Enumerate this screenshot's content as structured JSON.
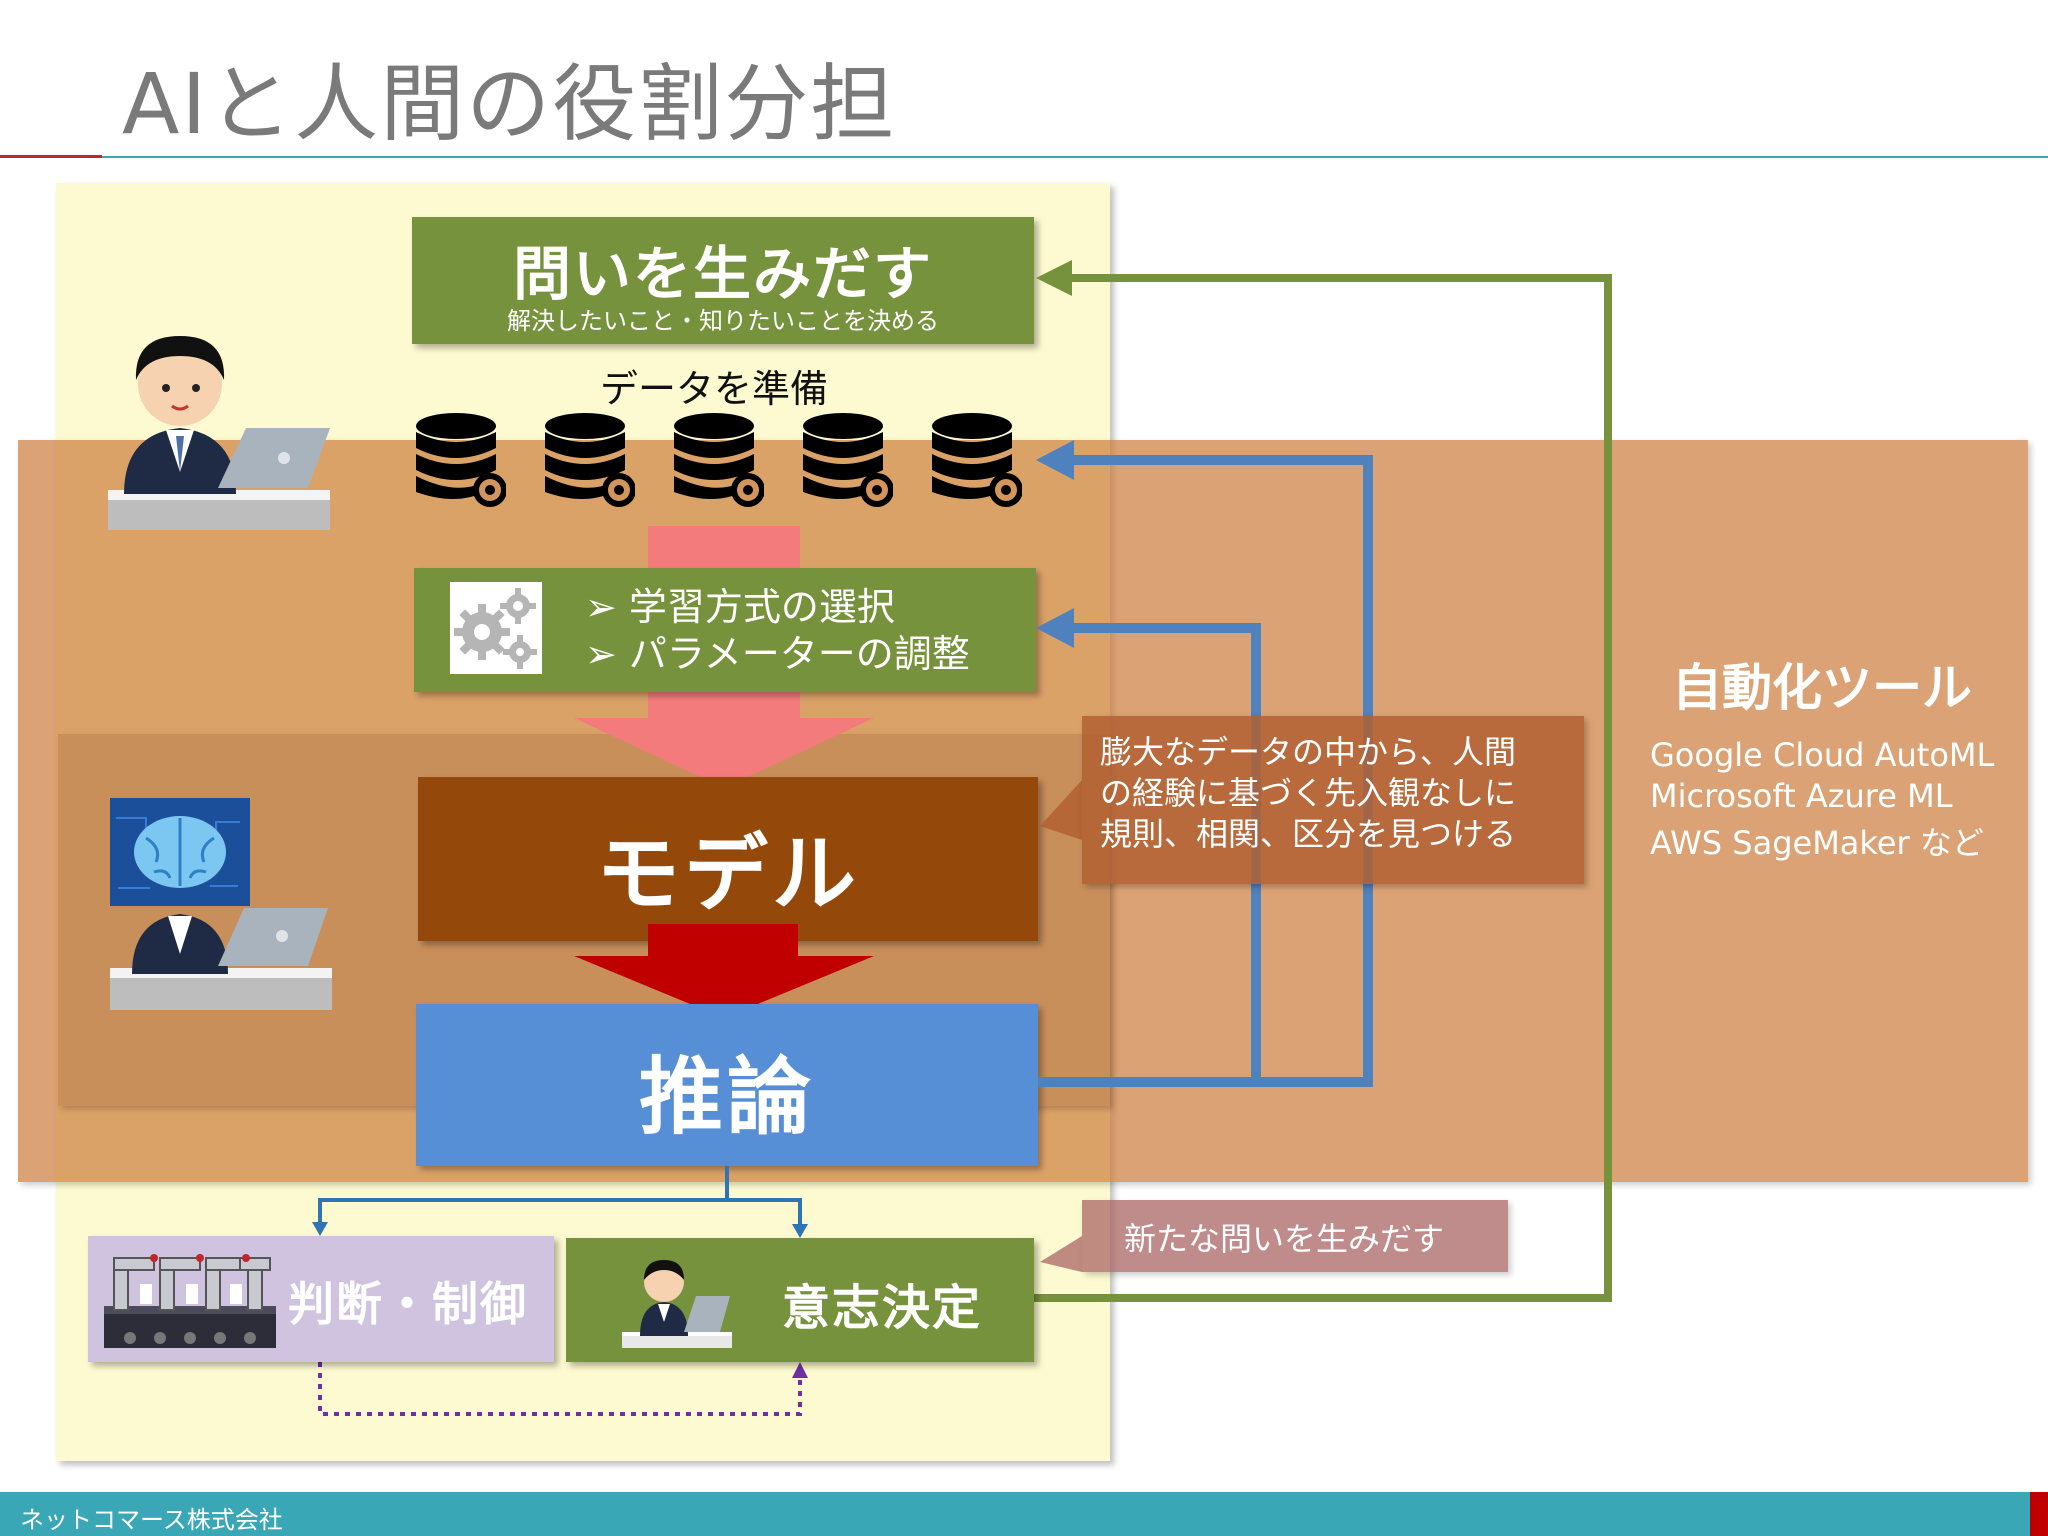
{
  "slide": {
    "title": "AIと人間の役割分担"
  },
  "question_box": {
    "title": "問いを生みだす",
    "subtitle": "解決したいこと・知りたいことを決める"
  },
  "data_label": "データを準備",
  "params": {
    "items": [
      "➢ 学習方式の選択",
      "➢ パラメーターの調整"
    ]
  },
  "model_label": "モデル",
  "inference_label": "推論",
  "callout_ai": {
    "lines": [
      "膨大なデータの中から、人間",
      "の経験に基づく先入観なしに",
      "規則、相関、区分を見つける"
    ]
  },
  "automation": {
    "title": "自動化ツール",
    "tools": [
      "Google Cloud AutoML",
      "Microsoft Azure ML",
      "AWS SageMaker など"
    ]
  },
  "judgement_label": "判断・制御",
  "decision_label": "意志決定",
  "callout_new": "新たな問いを生みだす",
  "footer": {
    "company": "ネットコマース株式会社"
  },
  "colors": {
    "green": "#77923c",
    "blue_arrow": "#4f81bd",
    "model_brown": "#944809",
    "inference_blue": "#578fd6",
    "band_orange": "#cd8040",
    "teal": "#3aa7b7",
    "red": "#c00000"
  },
  "icons": [
    "person-at-laptop-icon",
    "ai-brain-at-laptop-icon",
    "database-gear-icon",
    "gears-icon",
    "robot-arms-icon"
  ]
}
